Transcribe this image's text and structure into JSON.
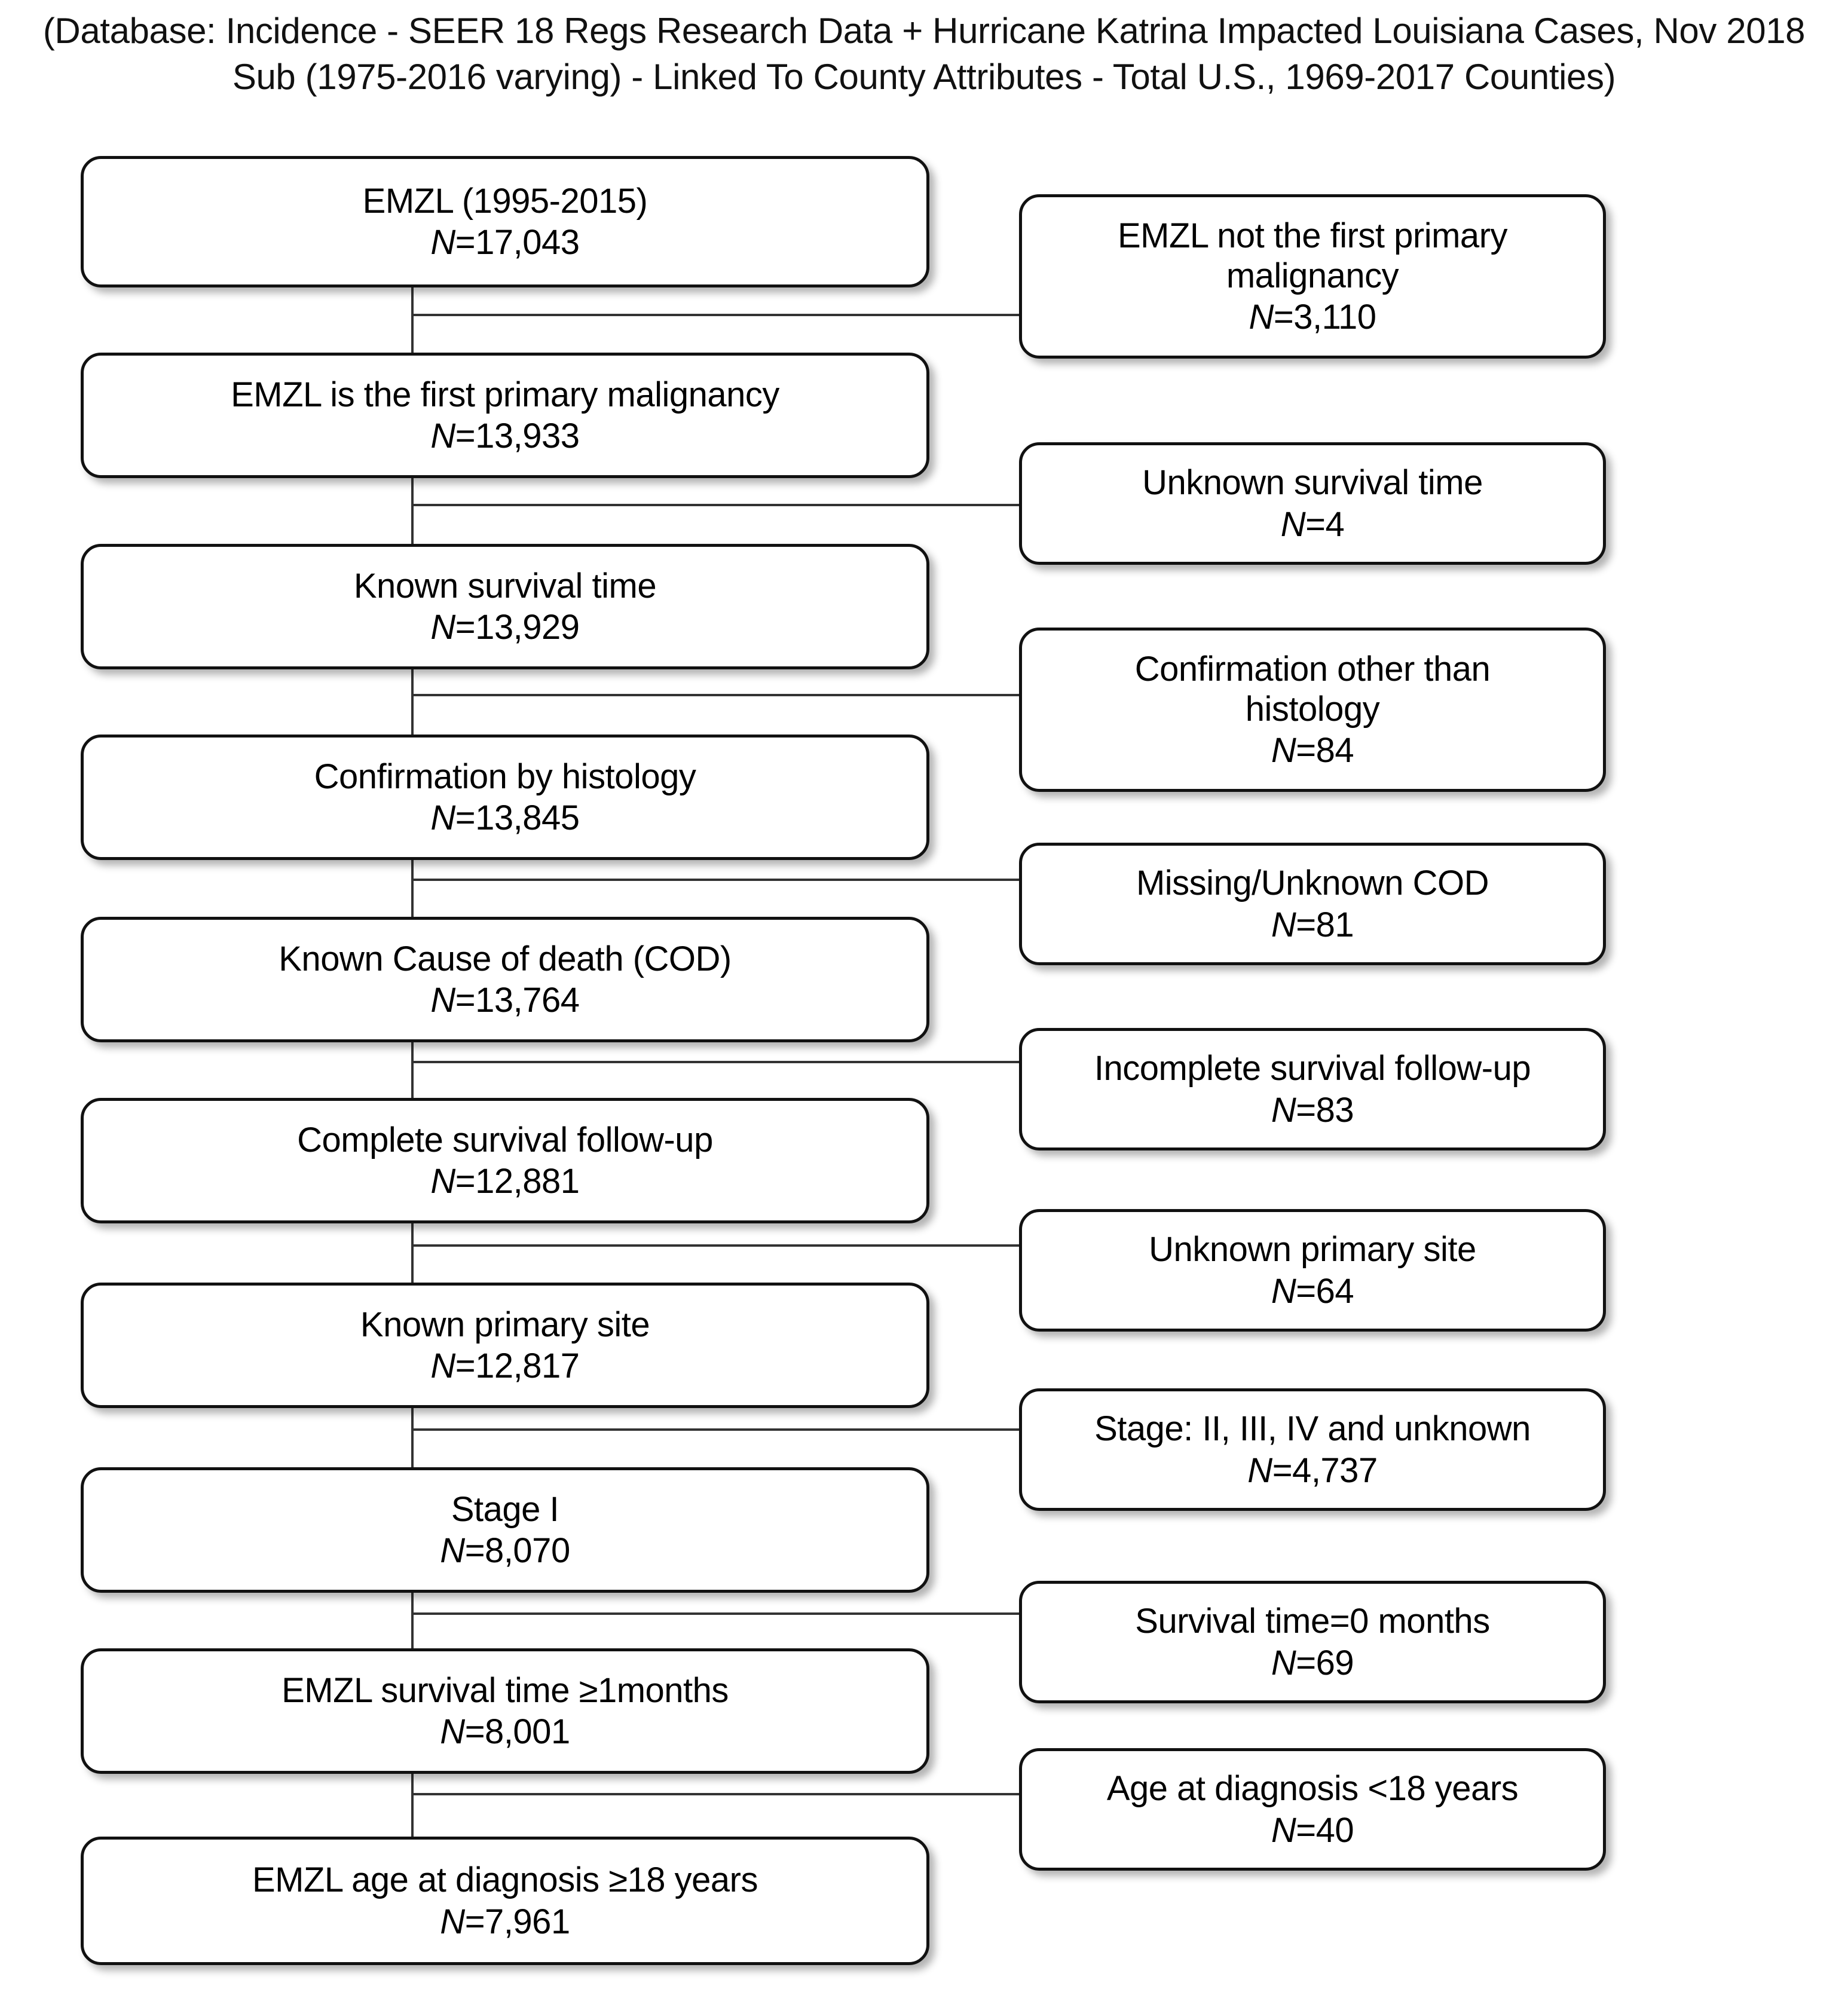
{
  "caption": "(Database: Incidence - SEER 18 Regs Research Data + Hurricane Katrina Impacted Louisiana Cases, Nov 2018 Sub (1975-2016 varying) - Linked To County Attributes - Total U.S., 1969-2017 Counties)",
  "diagram": {
    "type": "flowchart",
    "n_prefix": "N",
    "main_flow": [
      {
        "label": "EMZL (1995-2015)",
        "n": "=17,043"
      },
      {
        "label": "EMZL is the first primary malignancy",
        "n": "=13,933"
      },
      {
        "label": "Known survival time",
        "n": "=13,929"
      },
      {
        "label": "Confirmation by histology",
        "n": "=13,845"
      },
      {
        "label": "Known Cause of death (COD)",
        "n": "=13,764"
      },
      {
        "label": "Complete survival follow-up",
        "n": "=12,881"
      },
      {
        "label": "Known primary site",
        "n": "=12,817"
      },
      {
        "label": "Stage I",
        "n": "=8,070"
      },
      {
        "label": "EMZL survival time ≥1months",
        "n": "=8,001"
      },
      {
        "label": "EMZL age at diagnosis ≥18 years",
        "n": "=7,961"
      }
    ],
    "exclusions": [
      {
        "label": "EMZL not the first primary\nmalignancy",
        "n": "=3,110"
      },
      {
        "label": "Unknown survival time",
        "n": "=4"
      },
      {
        "label": "Confirmation other than\nhistology",
        "n": "=84"
      },
      {
        "label": "Missing/Unknown COD",
        "n": "=81"
      },
      {
        "label": "Incomplete survival follow-up",
        "n": "=83"
      },
      {
        "label": "Unknown primary site",
        "n": "=64"
      },
      {
        "label": "Stage: II, III,  IV and unknown",
        "n": "=4,737"
      },
      {
        "label": "Survival time=0 months",
        "n": "=69"
      },
      {
        "label": "Age at diagnosis <18 years",
        "n": "=40"
      }
    ]
  }
}
